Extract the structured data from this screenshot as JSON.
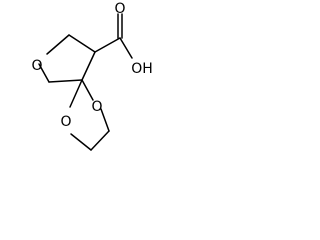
{
  "molecule": {
    "atoms": {
      "ring_oxygen": "O",
      "carbonyl_oxygen": "O",
      "hydroxyl": "OH",
      "ketal_oxygen_upper": "O",
      "ketal_oxygen_lower": "O"
    }
  },
  "colors": {
    "background": "#ffffff",
    "ink": "#000000"
  }
}
